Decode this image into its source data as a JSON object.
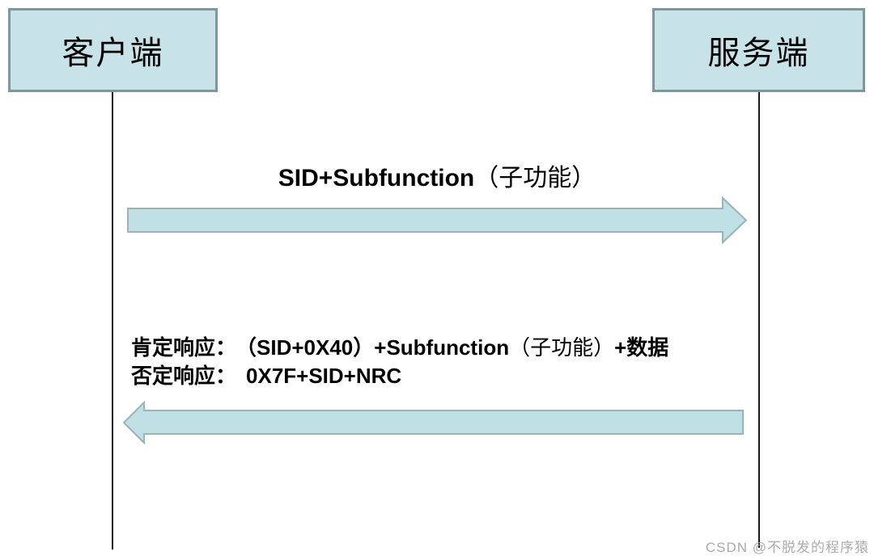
{
  "actors": [
    {
      "id": "client",
      "label": "客户端"
    },
    {
      "id": "server",
      "label": "服务端"
    }
  ],
  "request": {
    "label_latin": "SID+Subfunction",
    "label_cjk": "（子功能）"
  },
  "response": {
    "lines": [
      {
        "segments": [
          {
            "t": "肯定响应："
          },
          {
            "t": "（SID+0X40）+Subfunction"
          },
          {
            "t": "（子功能）"
          },
          {
            "t": "+"
          },
          {
            "t": "数据"
          }
        ]
      },
      {
        "segments": [
          {
            "t": "否定响应："
          },
          {
            "t": "0X7F+SID+NRC"
          }
        ]
      }
    ]
  },
  "watermark": {
    "text": "CSDN @不脱发的程序猿"
  },
  "colors": {
    "box_fill": "#c8e3e7",
    "box_border": "#81969b",
    "arrow_fill": "#bfe0e4",
    "arrow_border": "#9cb3b6",
    "lifeline": "#1a1a1a",
    "watermark_text": "#ababab"
  }
}
